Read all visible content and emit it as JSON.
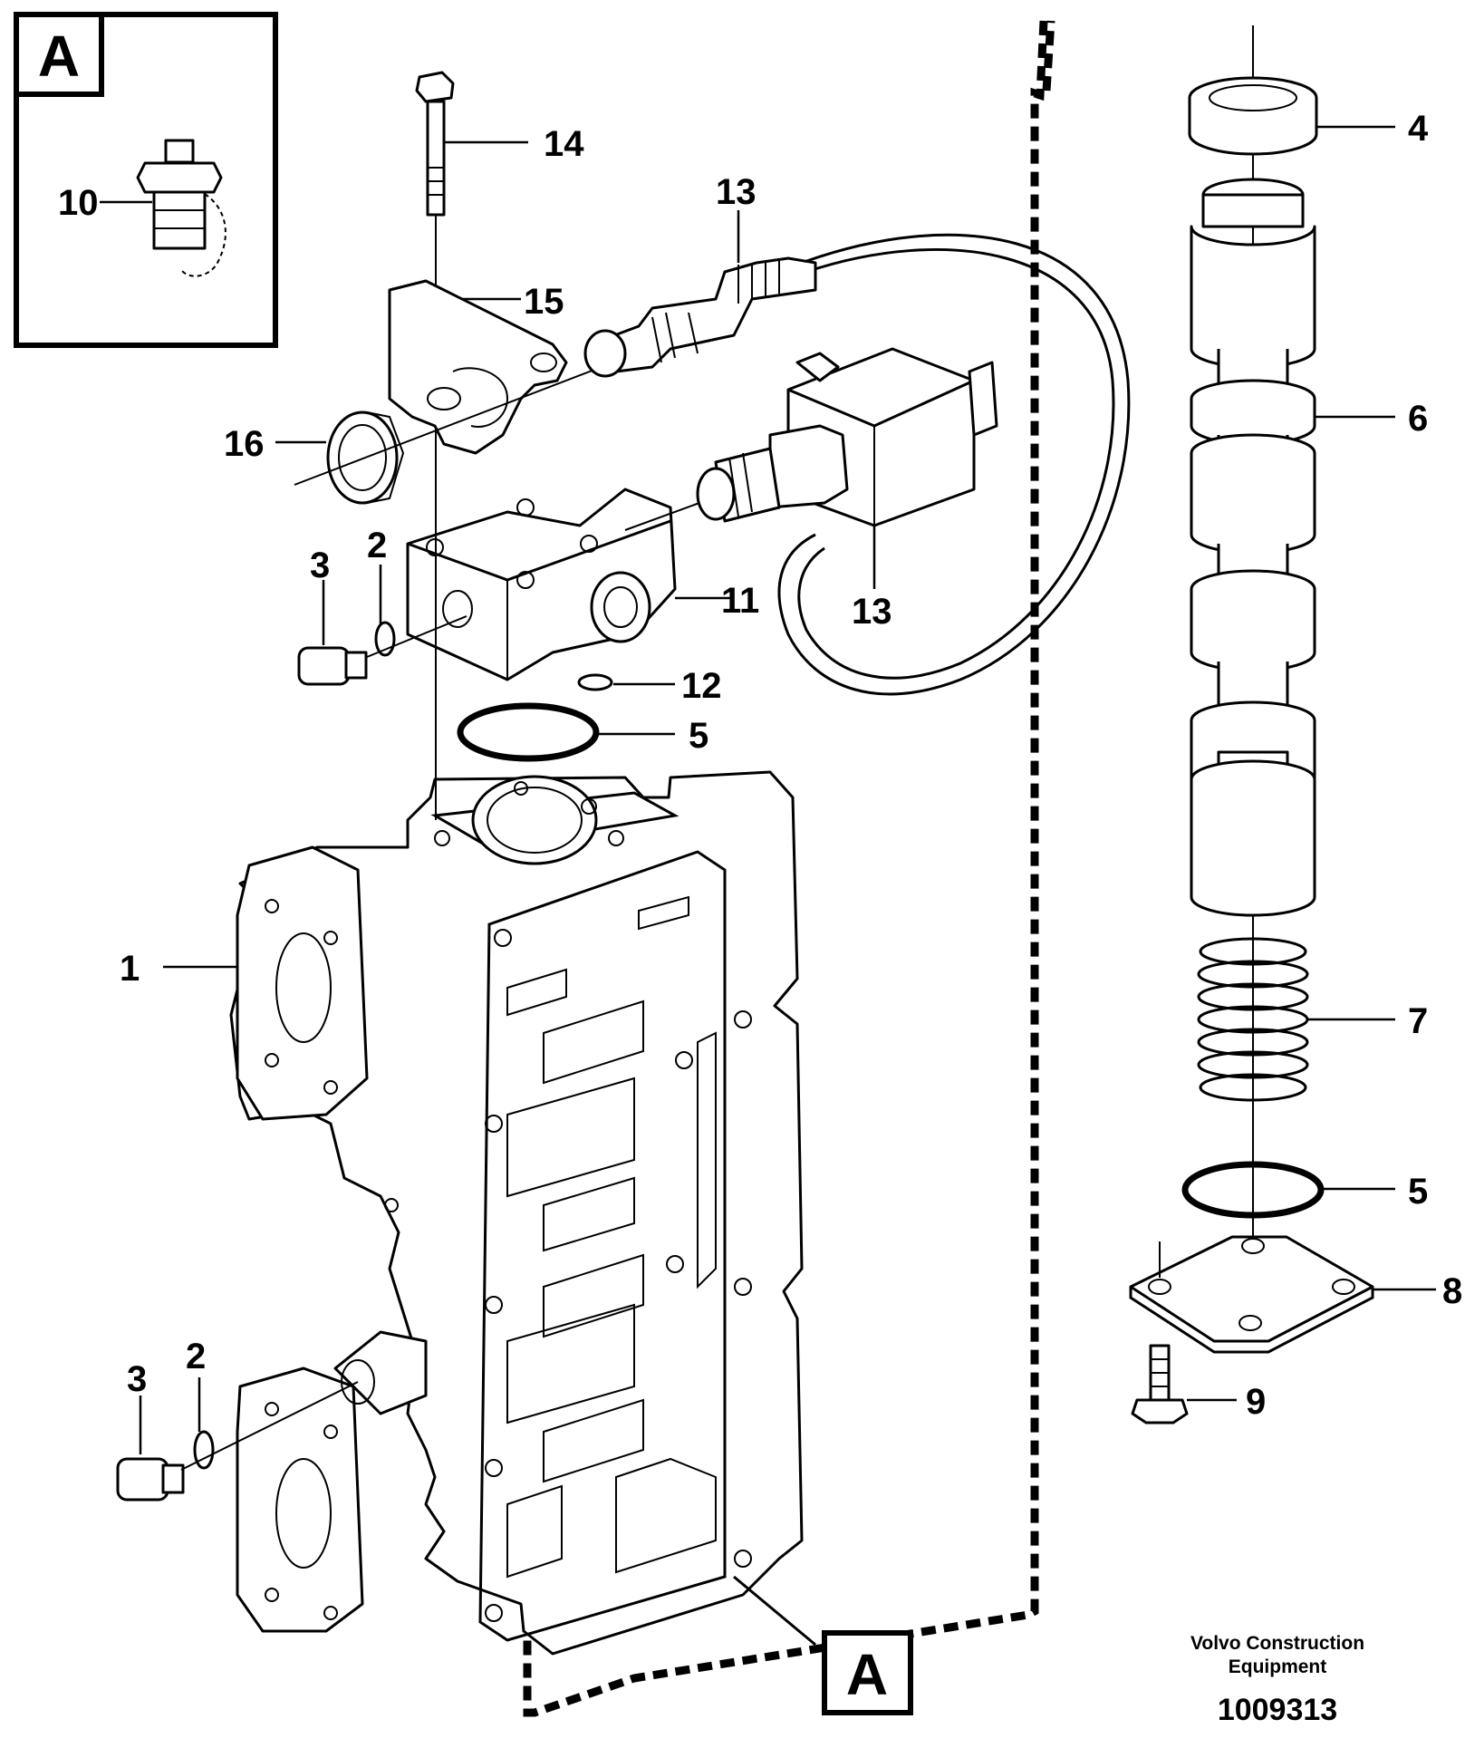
{
  "inset_box": {
    "letter": "A",
    "part": "10"
  },
  "bottom_marker": {
    "letter": "A"
  },
  "callouts": {
    "c1": "1",
    "c2_top": "2",
    "c2_bottom": "2",
    "c3_top": "3",
    "c3_bottom": "3",
    "c4": "4",
    "c5_top": "5",
    "c5_right": "5",
    "c6": "6",
    "c7": "7",
    "c8": "8",
    "c9": "9",
    "c11": "11",
    "c12": "12",
    "c13_top": "13",
    "c13_bottom": "13",
    "c14": "14",
    "c15": "15",
    "c16": "16"
  },
  "footer": {
    "brand_line1": "Volvo Construction",
    "brand_line2": "Equipment",
    "doc_number": "1009313"
  }
}
